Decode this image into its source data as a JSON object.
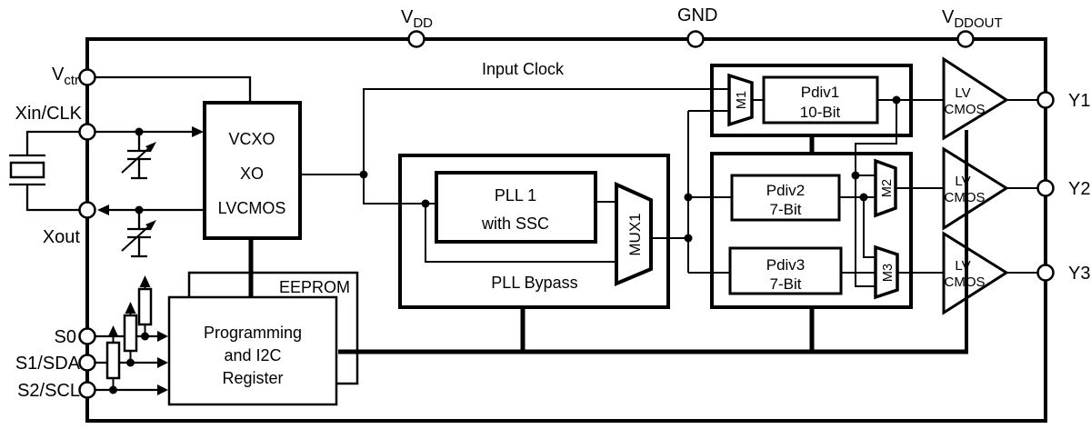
{
  "pins": {
    "top": [
      {
        "main": "V",
        "sub": "DD"
      },
      {
        "main": "GND",
        "sub": ""
      },
      {
        "main": "V",
        "sub": "DDOUT"
      }
    ],
    "left": [
      {
        "main": "V",
        "sub": "ctr"
      },
      {
        "label": "Xin/CLK"
      },
      {
        "label": "Xout"
      },
      {
        "label": "S0"
      },
      {
        "label": "S1/SDA"
      },
      {
        "label": "S2/SCL"
      }
    ],
    "right": [
      {
        "label": "Y1"
      },
      {
        "label": "Y2"
      },
      {
        "label": "Y3"
      }
    ]
  },
  "labels": {
    "input_clock": "Input Clock",
    "pll_bypass": "PLL Bypass"
  },
  "blocks": {
    "osc": {
      "line1": "VCXO",
      "line2": "XO",
      "line3": "LVCMOS"
    },
    "pll": {
      "line1": "PLL 1",
      "line2": "with SSC"
    },
    "mux": {
      "label": "MUX1"
    },
    "m1": {
      "label": "M1"
    },
    "m2": {
      "label": "M2"
    },
    "m3": {
      "label": "M3"
    },
    "pdiv1": {
      "line1": "Pdiv1",
      "line2": "10-Bit"
    },
    "pdiv2": {
      "line1": "Pdiv2",
      "line2": "7-Bit"
    },
    "pdiv3": {
      "line1": "Pdiv3",
      "line2": "7-Bit"
    },
    "buffer": {
      "line1": "LV",
      "line2": "CMOS"
    },
    "eeprom": {
      "label": "EEPROM"
    },
    "programming": {
      "line1": "Programming",
      "line2": "and I2C",
      "line3": "Register"
    }
  },
  "colors": {
    "line": "#000000",
    "background": "#ffffff"
  }
}
